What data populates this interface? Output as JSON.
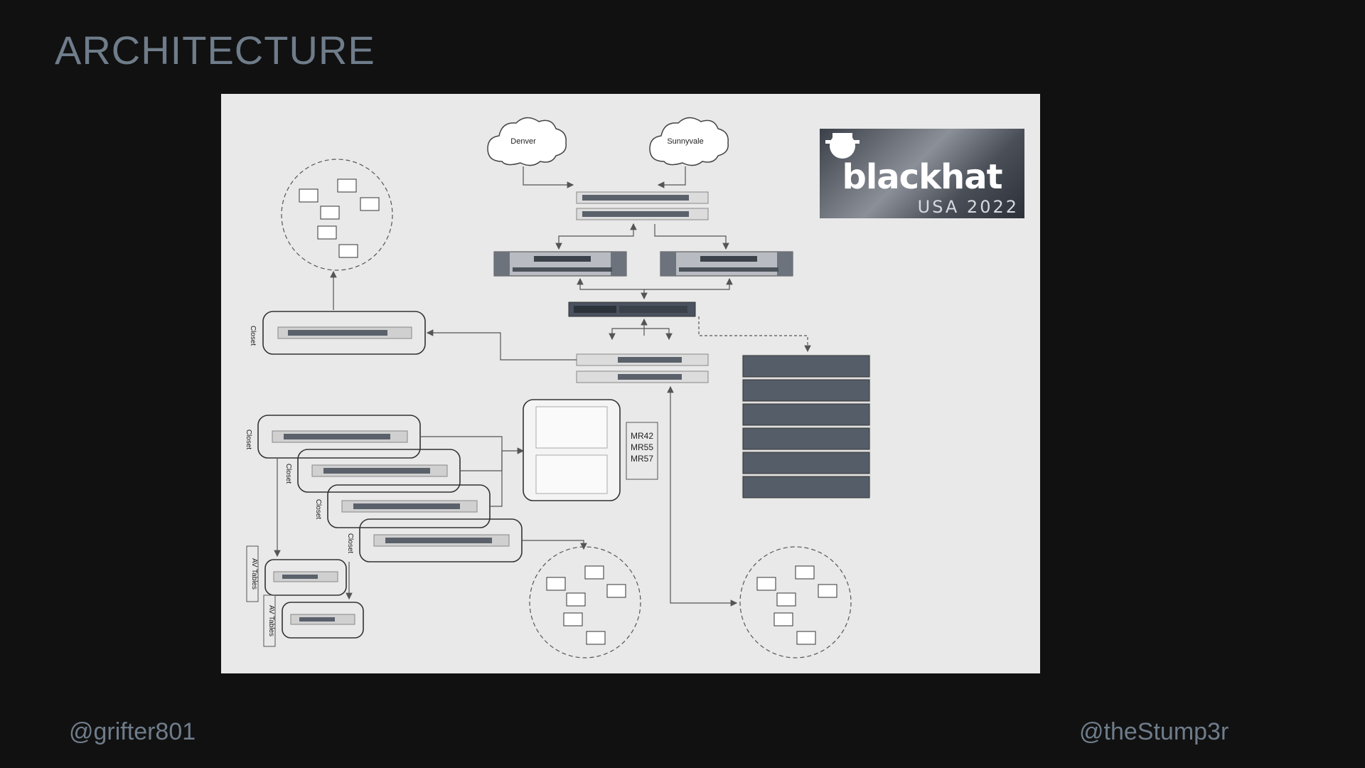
{
  "slide": {
    "title": "ARCHITECTURE",
    "handle_left": "@grifter801",
    "handle_right": "@theStump3r"
  },
  "diagram": {
    "clouds": [
      {
        "label": "Denver"
      },
      {
        "label": "Sunnyvale"
      }
    ],
    "closet_label": "Closet",
    "av_tables_label": "AV Tables",
    "ap_models": [
      "MR42",
      "MR55",
      "MR57"
    ],
    "logo": {
      "word": "blackhat",
      "sub": "USA 2022"
    }
  },
  "colors": {
    "background": "#111111",
    "diagram_bg": "#e9e9e9",
    "text_muted": "#6f7c8a",
    "device_dark": "#4a5260"
  }
}
